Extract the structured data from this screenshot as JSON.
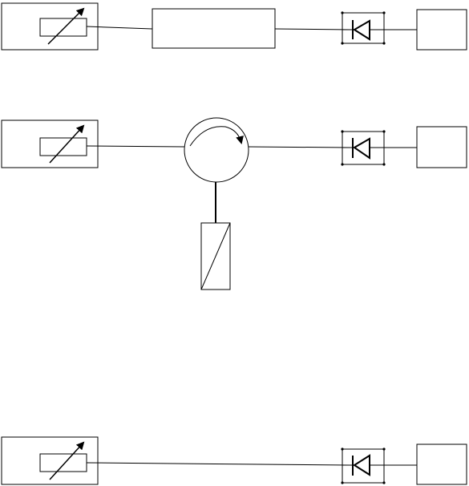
{
  "diagram": {
    "style": {
      "line_color": "#000000",
      "background": "#ffffff",
      "junction_dot_color": "#000000"
    },
    "setups": [
      {
        "id": "top",
        "components": [
          "tunable-source",
          "inline-block",
          "photodiode-detector",
          "readout-box"
        ]
      },
      {
        "id": "middle",
        "components": [
          "tunable-source",
          "circulator",
          "reflector",
          "photodiode-detector",
          "readout-box"
        ]
      },
      {
        "id": "bottom",
        "components": [
          "tunable-source",
          "photodiode-detector",
          "readout-box"
        ]
      }
    ]
  }
}
